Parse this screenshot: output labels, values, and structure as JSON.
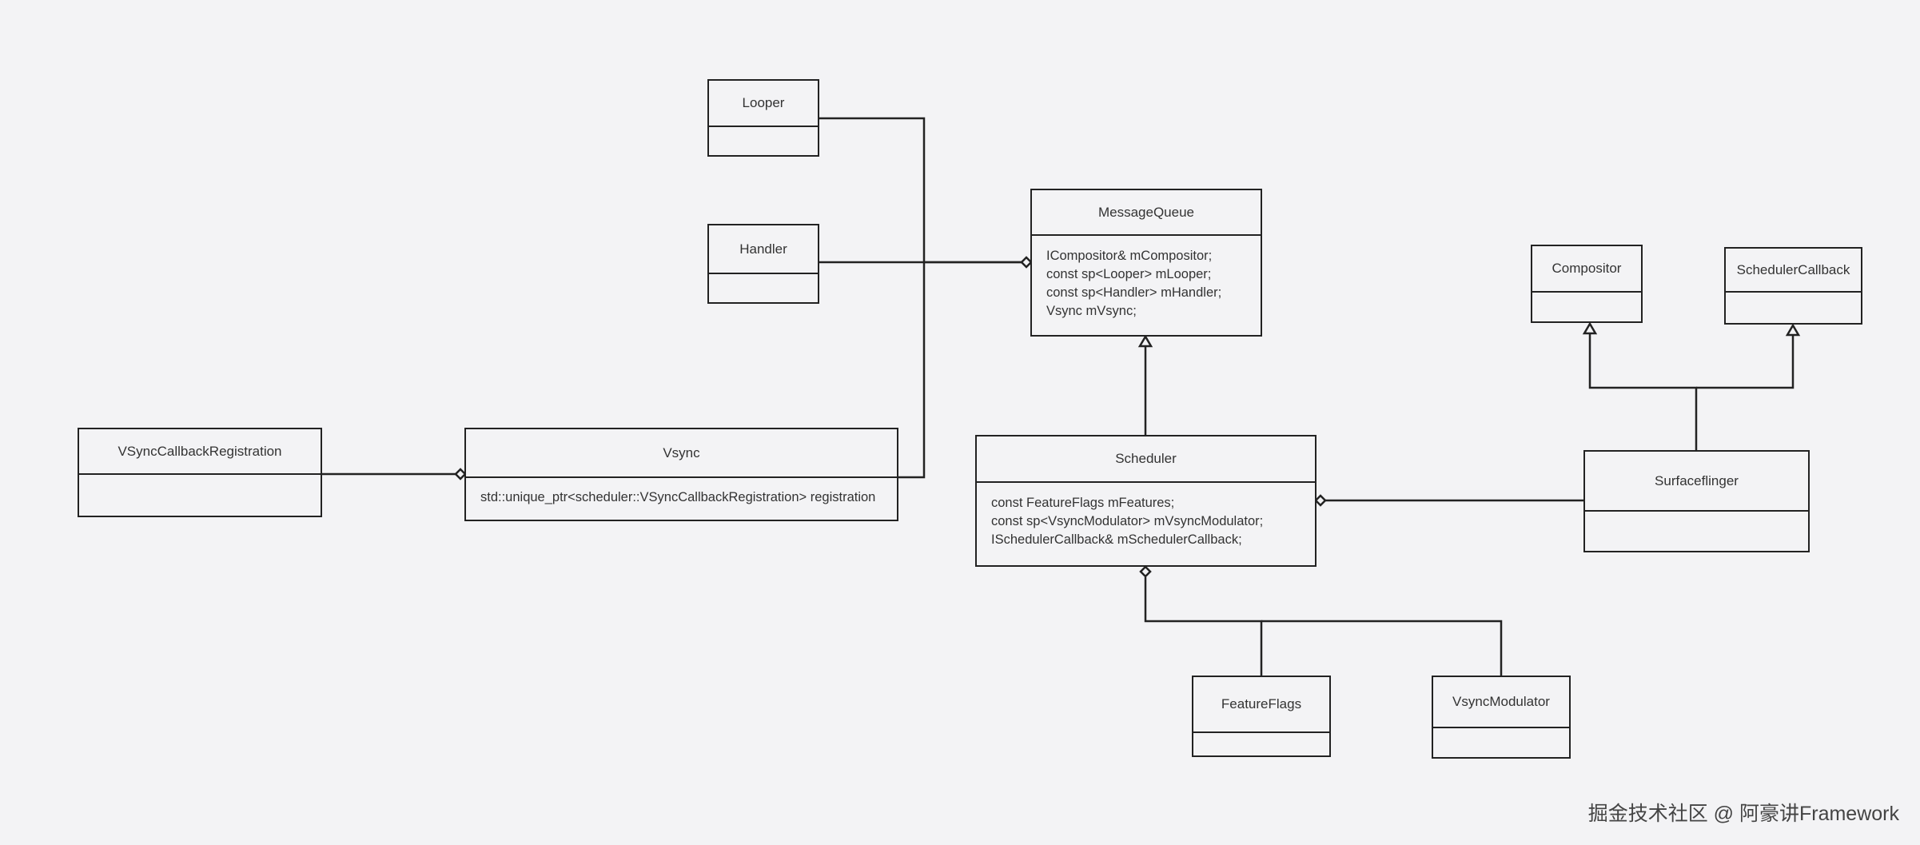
{
  "classes": {
    "looper": {
      "name": "Looper",
      "attributes": []
    },
    "handler": {
      "name": "Handler",
      "attributes": []
    },
    "message_queue": {
      "name": "MessageQueue",
      "attributes": [
        "ICompositor& mCompositor;",
        "const sp<Looper> mLooper;",
        "const sp<Handler> mHandler;",
        "Vsync mVsync;"
      ]
    },
    "compositor": {
      "name": "Compositor",
      "attributes": []
    },
    "scheduler_callback": {
      "name": "SchedulerCallback",
      "attributes": []
    },
    "vsync_callback_registration": {
      "name": "VSyncCallbackRegistration",
      "attributes": []
    },
    "vsync": {
      "name": "Vsync",
      "attributes": [
        "std::unique_ptr<scheduler::VSyncCallbackRegistration> registration"
      ]
    },
    "scheduler": {
      "name": "Scheduler",
      "attributes": [
        "const FeatureFlags mFeatures;",
        "const sp<VsyncModulator> mVsyncModulator;",
        "ISchedulerCallback& mSchedulerCallback;"
      ]
    },
    "surfaceflinger": {
      "name": "Surfaceflinger",
      "attributes": []
    },
    "feature_flags": {
      "name": "FeatureFlags",
      "attributes": []
    },
    "vsync_modulator": {
      "name": "VsyncModulator",
      "attributes": []
    }
  },
  "relations": [
    {
      "type": "aggregation",
      "from": "looper",
      "to": "message_queue"
    },
    {
      "type": "aggregation",
      "from": "handler",
      "to": "message_queue"
    },
    {
      "type": "aggregation",
      "from": "vsync",
      "to": "message_queue"
    },
    {
      "type": "aggregation",
      "from": "vsync_callback_registration",
      "to": "vsync"
    },
    {
      "type": "inheritance",
      "from": "scheduler",
      "to": "message_queue"
    },
    {
      "type": "aggregation",
      "from": "surfaceflinger",
      "to": "scheduler"
    },
    {
      "type": "inheritance",
      "from": "surfaceflinger",
      "to": "compositor"
    },
    {
      "type": "inheritance",
      "from": "surfaceflinger",
      "to": "scheduler_callback"
    },
    {
      "type": "aggregation",
      "from": "feature_flags",
      "to": "scheduler"
    },
    {
      "type": "aggregation",
      "from": "vsync_modulator",
      "to": "scheduler"
    }
  ],
  "watermark": "掘金技术社区 @ 阿豪讲Framework",
  "colors": {
    "background": "#f3f3f5",
    "stroke": "#222222",
    "text": "#333333"
  }
}
